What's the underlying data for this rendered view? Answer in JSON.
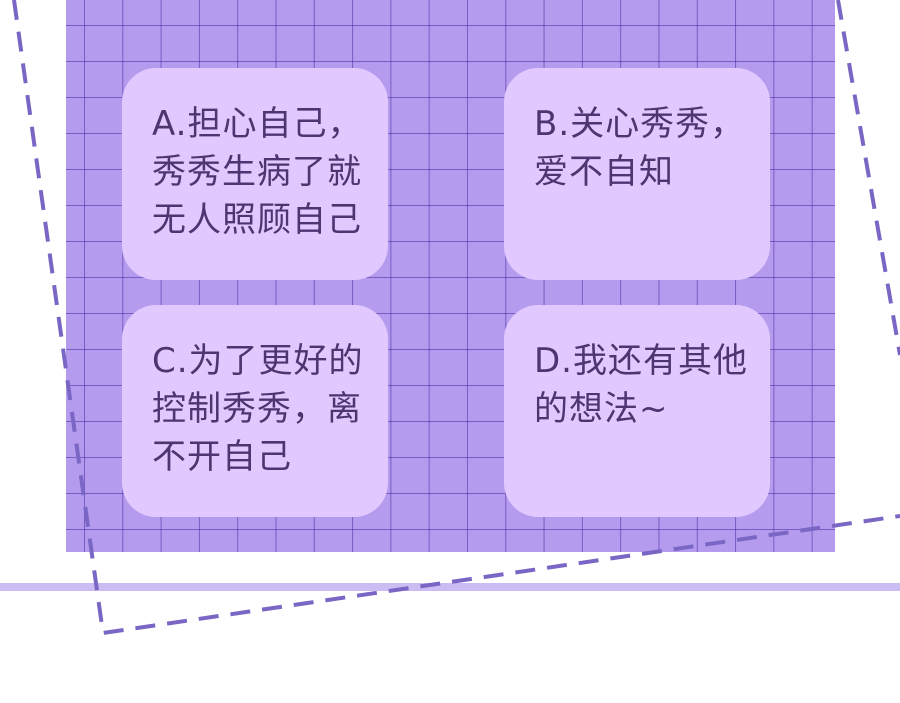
{
  "options": [
    {
      "label": "A.担心自己，\n秀秀生病了就\n无人照顾自己"
    },
    {
      "label": "B.关心秀秀，\n爱不自知"
    },
    {
      "label": "C.为了更好的\n控制秀秀，离\n不开自己"
    },
    {
      "label": "D.我还有其他\n的想法~"
    }
  ],
  "colors": {
    "panel": "#b49bee",
    "card": "#e1c9ff",
    "text": "#4e3470",
    "dash": "#7a66c4"
  }
}
